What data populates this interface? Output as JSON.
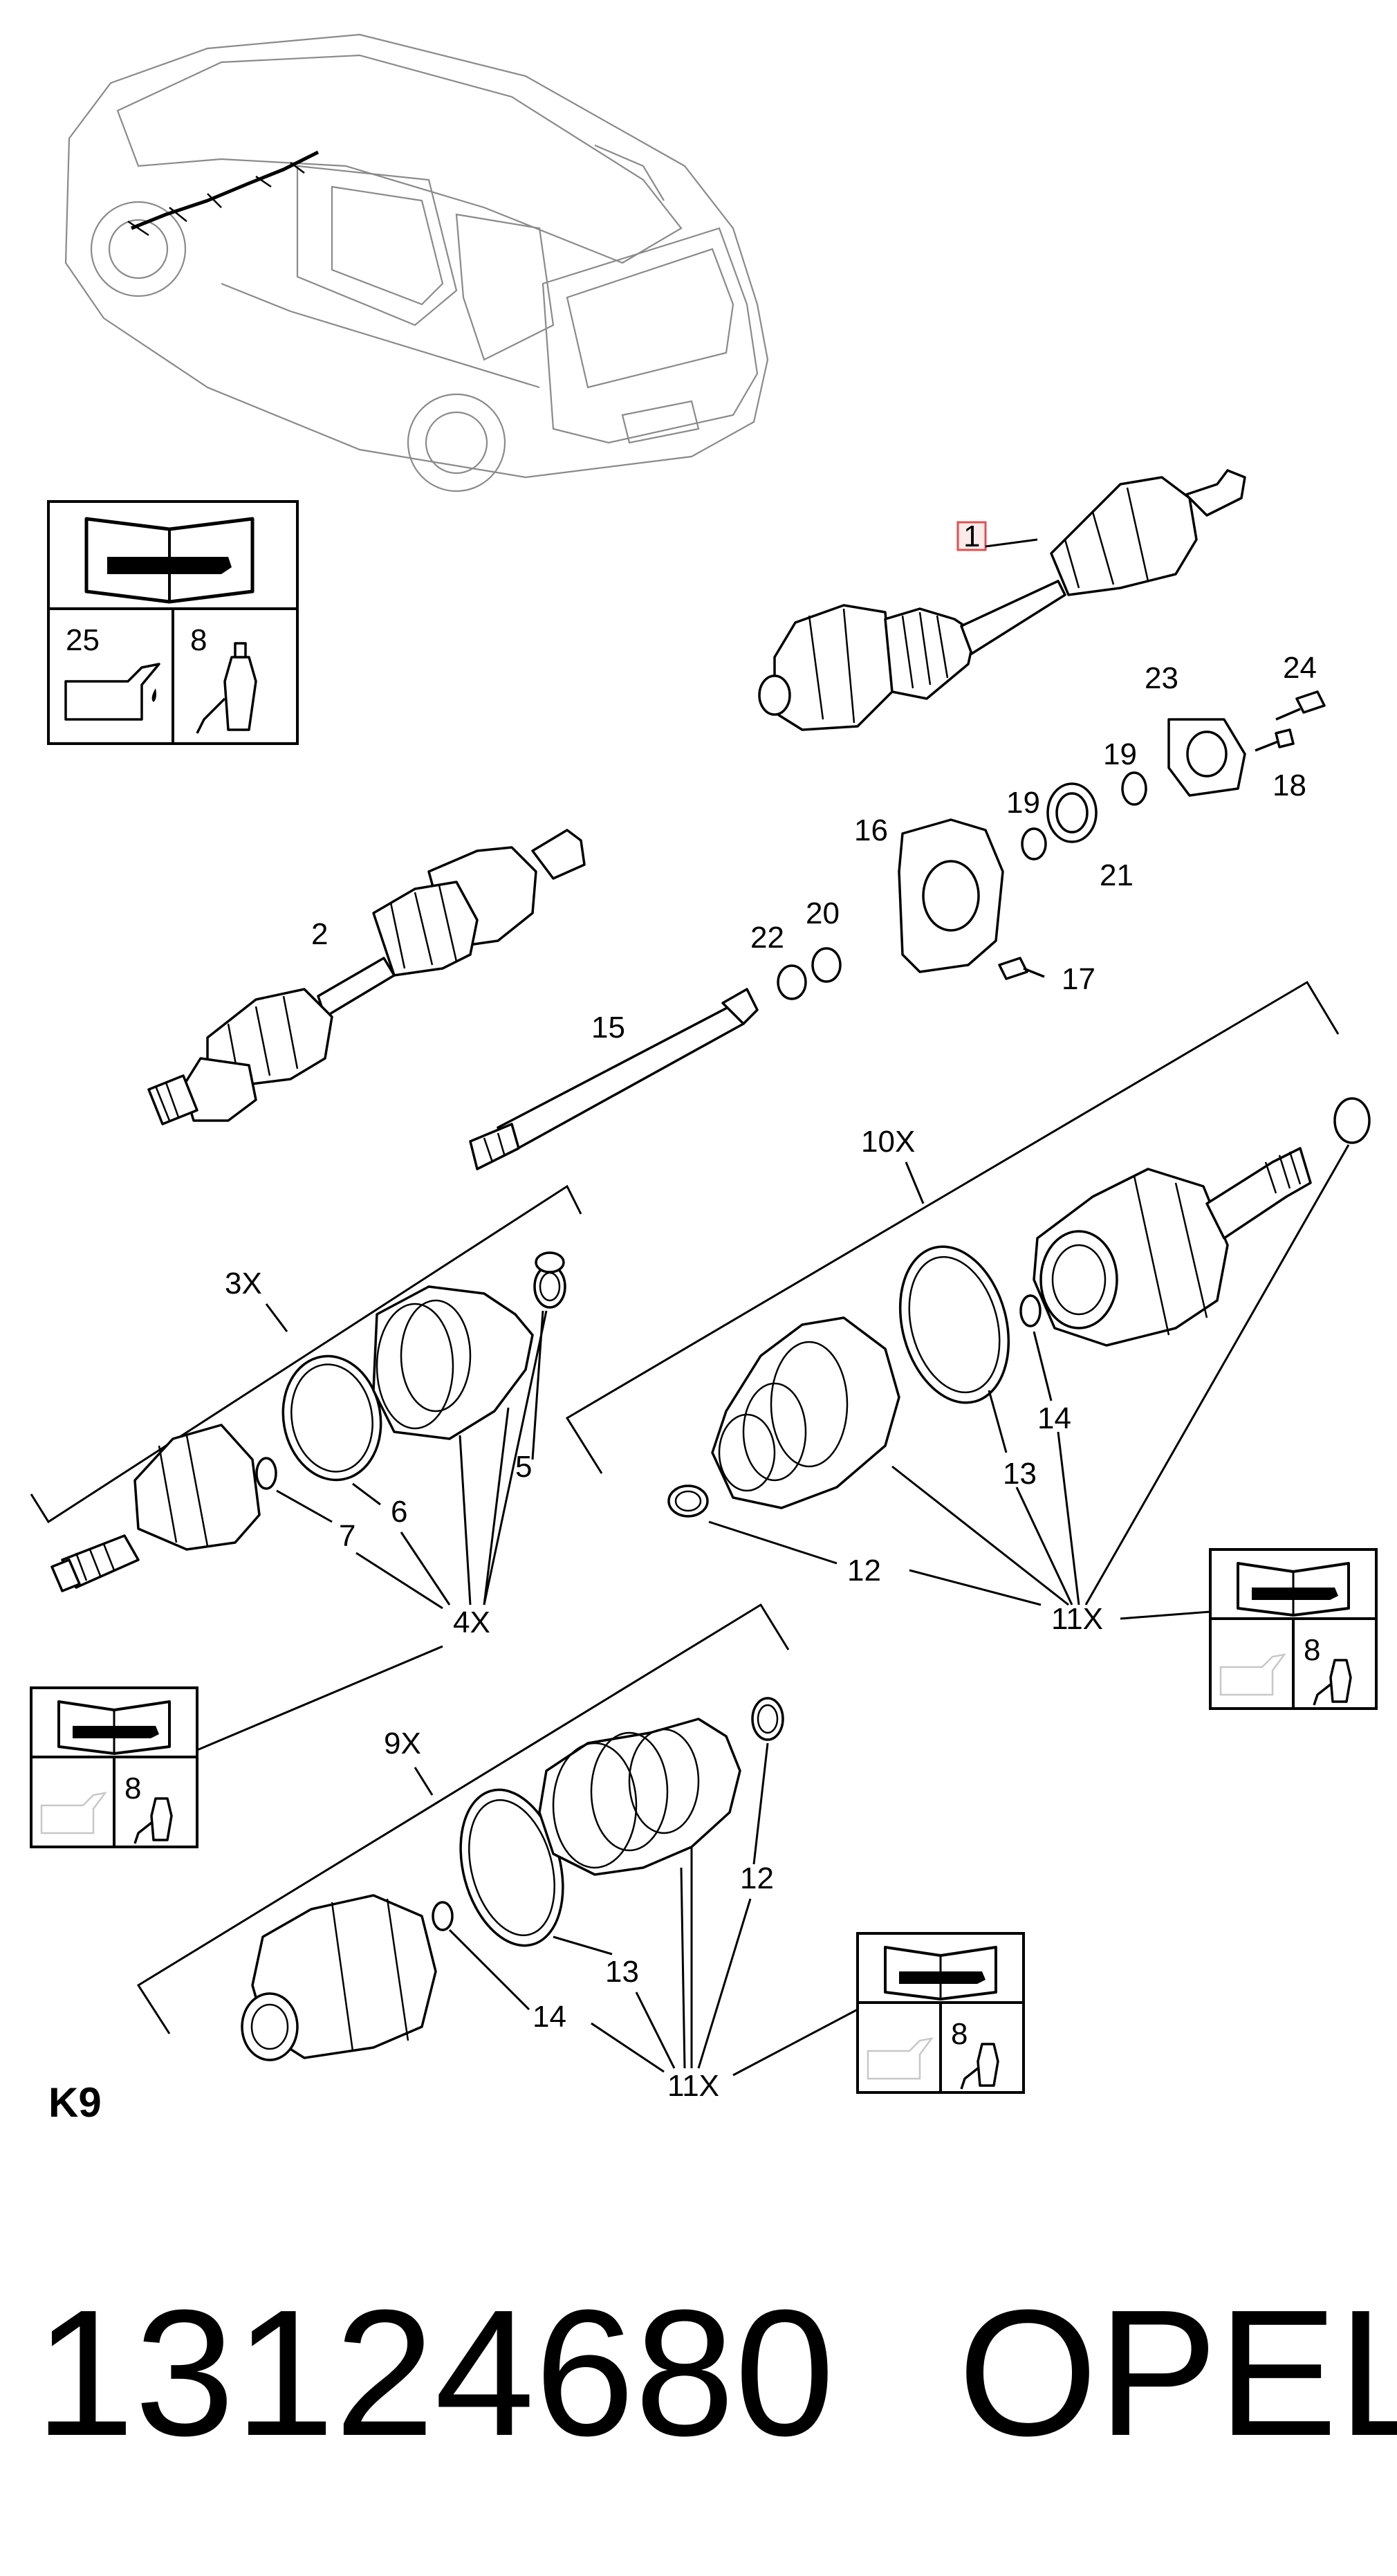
{
  "callouts": {
    "c1": "1",
    "c2": "2",
    "c3x": "3X",
    "c4x": "4X",
    "c5": "5",
    "c6": "6",
    "c7": "7",
    "c8a": "8",
    "c8b": "8",
    "c8c": "8",
    "c8d": "8",
    "c9x": "9X",
    "c10x": "10X",
    "c11x_a": "11X",
    "c11x_b": "11X",
    "c12a": "12",
    "c12b": "12",
    "c13a": "13",
    "c13b": "13",
    "c14a": "14",
    "c14b": "14",
    "c15": "15",
    "c16": "16",
    "c17": "17",
    "c18": "18",
    "c19a": "19",
    "c19b": "19",
    "c20": "20",
    "c21": "21",
    "c22": "22",
    "c23": "23",
    "c24": "24",
    "c25": "25"
  },
  "section_code": "K9",
  "part_number": "13124680",
  "brand": "OPEL",
  "colors": {
    "highlight_border": "#e05050",
    "highlight_fill": "#fbeaea",
    "ghost_gray": "#c8c8c8"
  },
  "icons": [
    "manual-book-icon",
    "oil-can-icon",
    "grease-tube-icon",
    "car-outline-icon"
  ]
}
